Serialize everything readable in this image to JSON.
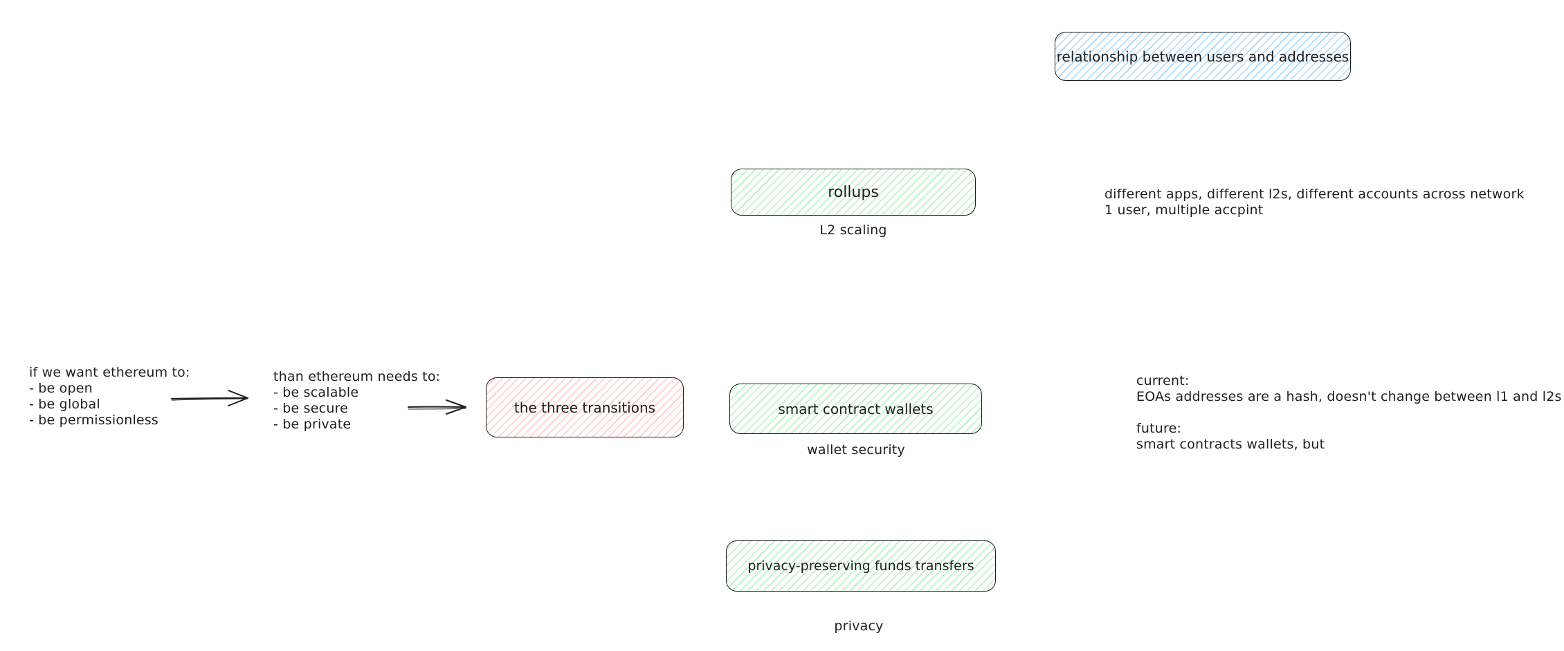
{
  "colors": {
    "stroke": "#1e1e1e",
    "blue_fill": "#a5d8ff",
    "green_fill": "#b2f2bb",
    "red_fill": "#ffc9c9",
    "background": "#ffffff"
  },
  "left": {
    "want_text": "if we want ethereum to:\n- be open\n- be global\n- be permissionless",
    "needs_text": "than ethereum needs to:\n- be scalable\n- be secure\n- be private"
  },
  "nodes": {
    "relationship": "relationship between users and addresses",
    "rollups": "rollups",
    "scw": "smart contract wallets",
    "privacy": "privacy-preserving funds transfers",
    "three": "the three transitions"
  },
  "labels": {
    "l2": "L2 scaling",
    "wallet": "wallet security",
    "privacy": "privacy"
  },
  "notes": {
    "rollups_note": "different apps, different l2s, different accounts across network\n1 user, multiple accpint",
    "scw_note": "current:\nEOAs addresses are a hash, doesn't change between l1 and l2s\n\nfuture:\nsmart contracts wallets, but"
  }
}
